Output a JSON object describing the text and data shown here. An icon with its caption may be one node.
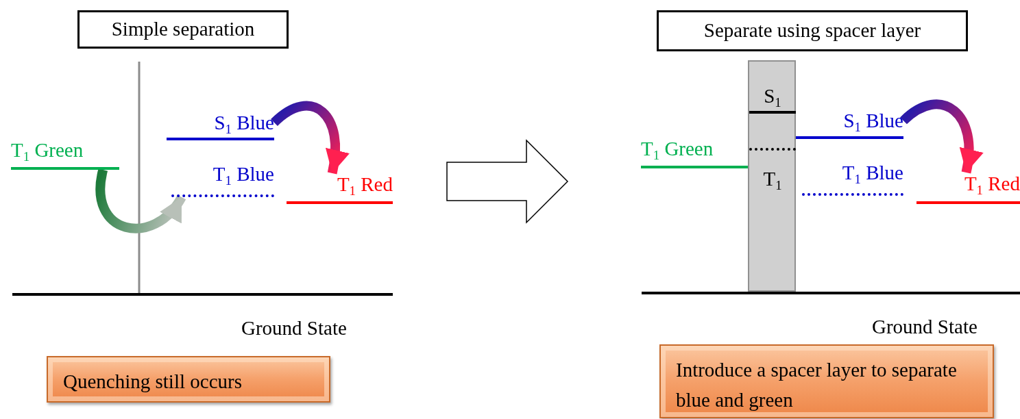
{
  "diagram": {
    "nodes": [
      {
        "text": [
          "Simple separation"
        ]
      },
      {
        "text": [
          "T$_{1}$ Green"
        ]
      },
      {
        "text": [
          "S$_{1}$ Blue"
        ]
      },
      {
        "text": [
          "T$_{1}$ Blue"
        ]
      },
      {
        "text": [
          "T$_{1}$ Red"
        ]
      },
      {
        "text": [
          "Quenching still occurs"
        ]
      },
      {
        "text": [
          "Separate using spacer layer"
        ]
      },
      {
        "text": [],
        "shape": "bar"
      },
      {
        "text": [
          "S$_{1}$"
        ],
        "in": 7
      },
      {
        "text": [
          "T$_{1}$"
        ],
        "in": 7
      },
      {
        "text": [
          "T$_{1}$ Green"
        ]
      },
      {
        "text": [
          "S$_{1}$ Blue"
        ]
      },
      {
        "text": [
          "T$_{1}$ Blue"
        ]
      },
      {
        "text": [
          "T$_{1}$ Red"
        ]
      },
      {
        "text": [
          "Introduce a spacer layer to separate blue and green"
        ]
      }
    ],
    "edges": [
      {
        "from": 1,
        "to": 3,
        "arrow": "to"
      },
      {
        "from": 2,
        "to": 4,
        "arrow": "to"
      },
      {
        "from": 11,
        "to": 13,
        "arrow": "to"
      }
    ],
    "labels": [
      "Ground State",
      "Ground State"
    ]
  }
}
